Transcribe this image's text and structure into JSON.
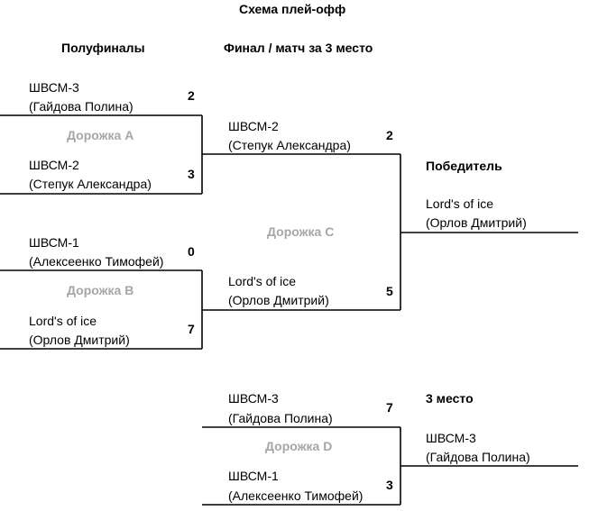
{
  "title": "Схема плей-офф",
  "headers": {
    "semifinals": "Полуфиналы",
    "final": "Финал / матч за 3 место",
    "winner": "Победитель",
    "third_place": "3 место"
  },
  "lanes": {
    "a": "Дорожка A",
    "b": "Дорожка B",
    "c": "Дорожка C",
    "d": "Дорожка D"
  },
  "semifinal_a": {
    "team1": {
      "team": "ШВСМ-3",
      "player": "(Гайдова Полина)",
      "score": "2"
    },
    "team2": {
      "team": "ШВСМ-2",
      "player": "(Степук Александра)",
      "score": "3"
    }
  },
  "semifinal_b": {
    "team1": {
      "team": "ШВСМ-1",
      "player": "(Алексеенко Тимофей)",
      "score": "0"
    },
    "team2": {
      "team": "Lord's of ice",
      "player": "(Орлов Дмитрий)",
      "score": "7"
    }
  },
  "final": {
    "team1": {
      "team": "ШВСМ-2",
      "player": "(Степук Александра)",
      "score": "2"
    },
    "team2": {
      "team": "Lord's of ice",
      "player": "(Орлов Дмитрий)",
      "score": "5"
    }
  },
  "third_match": {
    "team1": {
      "team": "ШВСМ-3",
      "player": "(Гайдова Полина)",
      "score": "7"
    },
    "team2": {
      "team": "ШВСМ-1",
      "player": "(Алексеенко Тимофей)",
      "score": "3"
    }
  },
  "winner": {
    "team": "Lord's of ice",
    "player": "(Орлов Дмитрий)"
  },
  "third": {
    "team": "ШВСМ-3",
    "player": "(Гайдова Полина)"
  }
}
